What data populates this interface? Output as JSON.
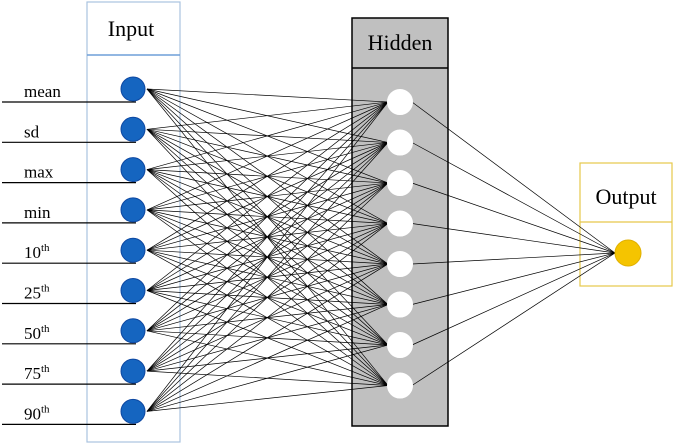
{
  "layers": {
    "input": {
      "title": "Input",
      "node_color": "#1565c0",
      "box_border": "#a9c3e0",
      "features": [
        {
          "label": "mean",
          "sup": ""
        },
        {
          "label": "sd",
          "sup": ""
        },
        {
          "label": "max",
          "sup": ""
        },
        {
          "label": "min",
          "sup": ""
        },
        {
          "label": "10",
          "sup": "th"
        },
        {
          "label": "25",
          "sup": "th"
        },
        {
          "label": "50",
          "sup": "th"
        },
        {
          "label": "75",
          "sup": "th"
        },
        {
          "label": "90",
          "sup": "th"
        }
      ]
    },
    "hidden": {
      "title": "Hidden",
      "node_count": 8,
      "node_color": "#ffffff",
      "box_fill": "#c0c0c0"
    },
    "output": {
      "title": "Output",
      "node_color": "#f5c400",
      "box_border": "#e6c84a"
    }
  }
}
